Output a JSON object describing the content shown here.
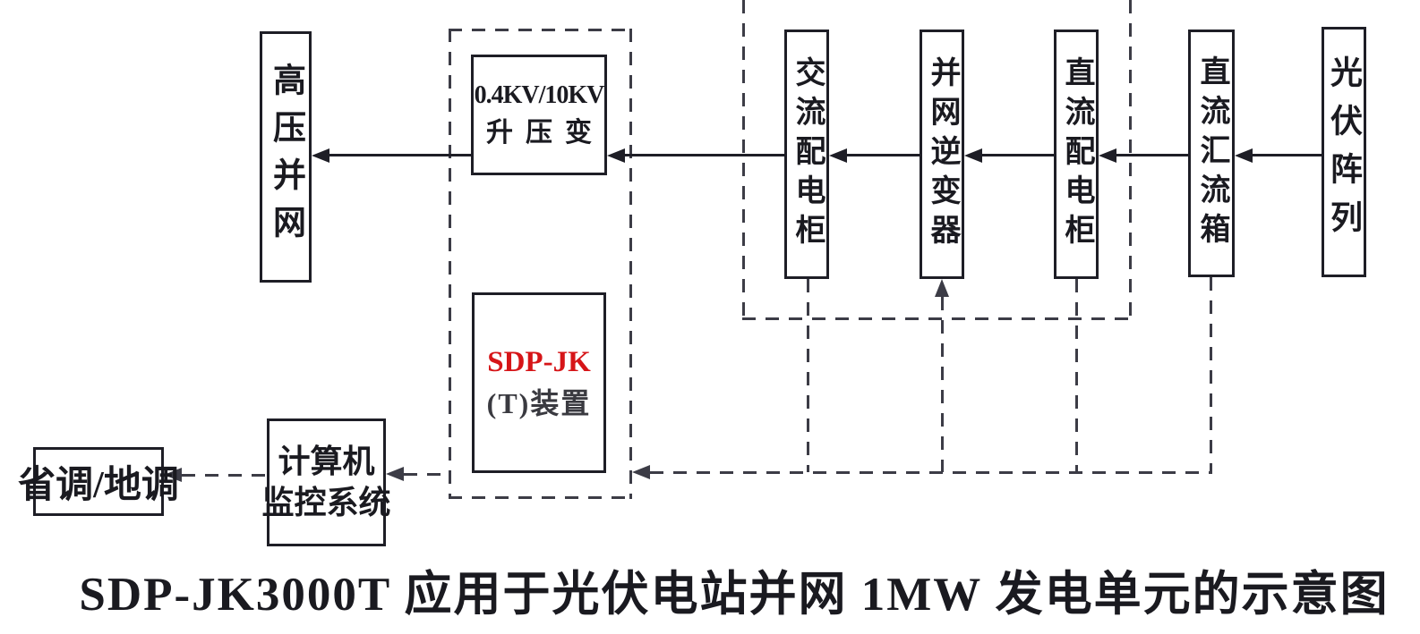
{
  "diagram": {
    "caption": "SDP-JK3000T 应用于光伏电站并网 1MW 发电单元的示意图",
    "colors": {
      "line": "#1e1e26",
      "dash": "#3c3c46",
      "accent_red": "#d61518",
      "background": "#ffffff",
      "text": "#1a1a20"
    },
    "nodes": {
      "pv_array": "光伏阵列",
      "dc_combiner": "直流汇流箱",
      "dc_cabinet": "直流配电柜",
      "inverter": "并网逆变器",
      "ac_cabinet": "交流配电柜",
      "transformer_line1": "0.4KV/10KV",
      "transformer_line2": "升压变",
      "sdp_line1": "SDP-JK",
      "sdp_line2": "(T)装置",
      "hv_grid": "高压并网",
      "computer_line1": "计算机",
      "computer_line2": "监控系统",
      "dispatch": "省调/地调"
    }
  }
}
